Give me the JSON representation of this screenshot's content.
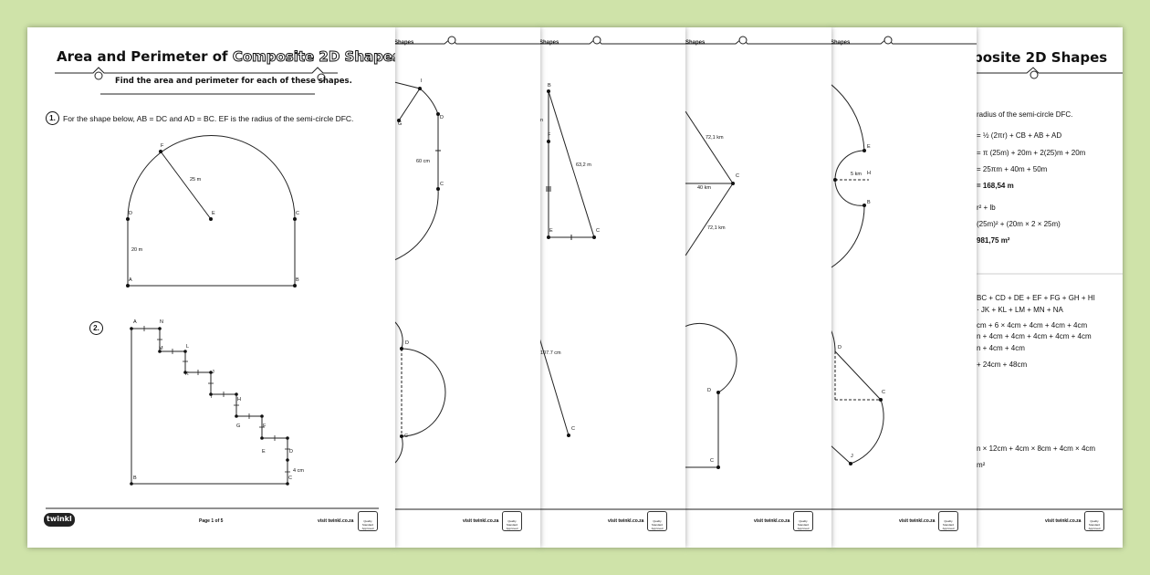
{
  "sheet1": {
    "title_plain": "Area and Perimeter of ",
    "title_outlined": "Composite 2D Shapes",
    "subtitle": "Find the area and perimeter for each of these shapes.",
    "q1_number": "1.",
    "q1_text": "For the shape below, AB = DC and AD = BC. EF is the radius of the semi-circle DFC.",
    "q1_labels": {
      "F": "F",
      "E": "E",
      "D": "D",
      "C": "C",
      "A": "A",
      "B": "B",
      "radius": "25 m",
      "side": "20 m"
    },
    "q2_number": "2.",
    "q2_labels": {
      "A": "A",
      "N": "N",
      "M": "M",
      "L": "L",
      "K": "K",
      "J": "J",
      "I": "I",
      "H": "H",
      "G": "G",
      "F": "F",
      "E": "E",
      "D": "D",
      "B": "B",
      "C": "C",
      "dim": "4 cm"
    },
    "footer_page": "Page 1 of 5",
    "footer_url": "visit twinkl.co.za",
    "logo": "twinkl"
  },
  "sheet2": {
    "header": "Shapes",
    "labels": {
      "I": "I",
      "G": "G",
      "D": "D",
      "C": "C",
      "dim": "60 cm"
    },
    "labels_lower": {
      "D": "D",
      "C": "C"
    },
    "footer_url": "visit twinkl.co.za"
  },
  "sheet3": {
    "header": "Shapes",
    "labels": {
      "B": "B",
      "F": "F",
      "n": "n",
      "E": "E",
      "C": "C",
      "dim": "63,2 m"
    },
    "lower_dim": "107.7 cm",
    "lower_C": "C",
    "footer_url": "visit twinkl.co.za"
  },
  "sheet4": {
    "header": "Shapes",
    "labels": {
      "top": "72,1 km",
      "mid": "40 km",
      "bottom": "72,1 km",
      "C": "C"
    },
    "lower": {
      "D": "D",
      "C": "C"
    },
    "footer_url": "visit twinkl.co.za"
  },
  "sheet5": {
    "header": "Shapes",
    "labels": {
      "E": "E",
      "dim": "5 km",
      "H": "H",
      "B": "B"
    },
    "lower": {
      "D": "D",
      "C": "C",
      "J": "J"
    },
    "footer_url": "visit twinkl.co.za"
  },
  "sheet6": {
    "title": "posite 2D Shapes",
    "work1": [
      "radius of the semi-circle DFC.",
      "= ½ (2πr) + CB + AB + AD",
      "= π (25m) + 20m + 2(25)m + 20m",
      "= 25πm + 40m + 50m",
      "= 168,54 m",
      "r² + lb",
      "(25m)² + (20m × 2 × 25m)",
      "981,75 m²"
    ],
    "work2": [
      "BC + CD + DE + EF + FG + GH + HI",
      "· JK + KL + LM + MN + NA",
      "cm + 6 × 4cm + 4cm + 4cm + 4cm",
      "n + 4cm + 4cm + 4cm + 4cm + 4cm",
      "n + 4cm + 4cm",
      "+ 24cm + 48cm",
      "n × 12cm + 4cm × 8cm + 4cm × 4cm",
      "m²"
    ],
    "footer_url": "visit twinkl.co.za"
  },
  "badge_text": "Quality Standard Approved",
  "colors": {
    "background": "#cfe3a9",
    "paper": "#ffffff",
    "ink": "#111111"
  }
}
